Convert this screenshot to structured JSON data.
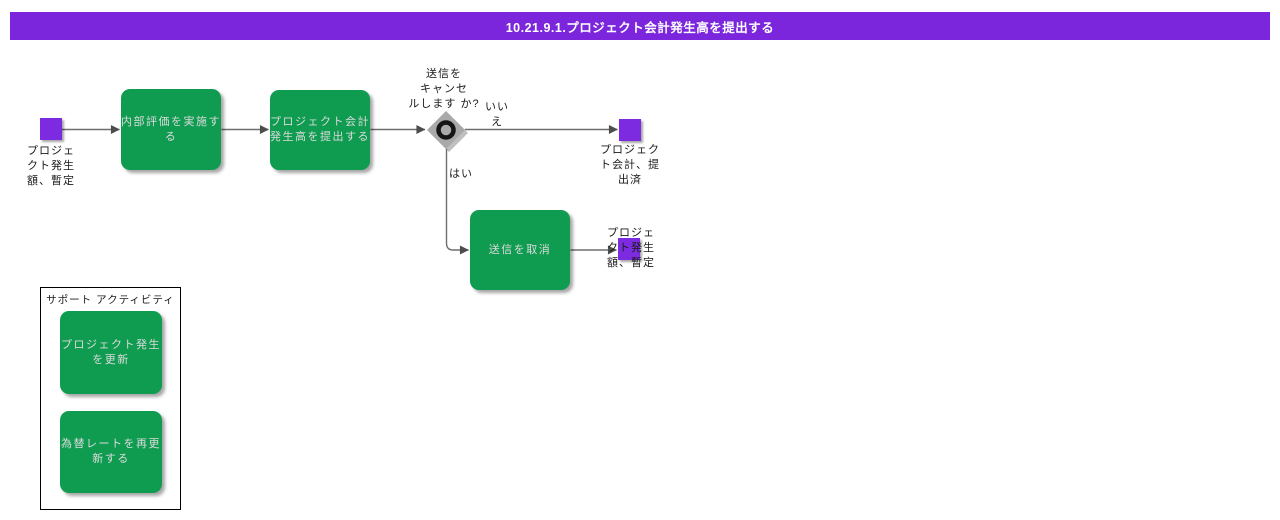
{
  "header": {
    "title": "10.21.9.1.プロジェクト会計発生高を提出する"
  },
  "colors": {
    "header_purple": "#7B26DD",
    "event_purple": "#7C2BE0",
    "activity_green": "#0F9C51",
    "activity_text": "#DBDBDB",
    "connector_gray": "#6E6E6E",
    "diamond_gray": "#A9A9A9"
  },
  "diagram": {
    "start_event": {
      "label": "プロジェ\nクト発生\n額、暫定"
    },
    "steps": [
      {
        "label": "内部評価を実施す\nる"
      },
      {
        "label": "プロジェクト会計\n発生高を提出する"
      }
    ],
    "decision": {
      "question": "送信を\nキャンセ\nルします か?",
      "no_label": "いい\nえ",
      "yes_label": "はい"
    },
    "end_submitted": {
      "label": "プロジェク\nト会計、提\n出済"
    },
    "cancel_step": {
      "label": "送信を取消"
    },
    "end_cancelled": {
      "label": "プロジェ\nクト発生\n額、暫定"
    }
  },
  "support": {
    "title": "サポート アクティビティ",
    "activities": [
      {
        "label": "プロジェクト発生\nを更新"
      },
      {
        "label": "為替レートを再更\n新する"
      }
    ]
  }
}
